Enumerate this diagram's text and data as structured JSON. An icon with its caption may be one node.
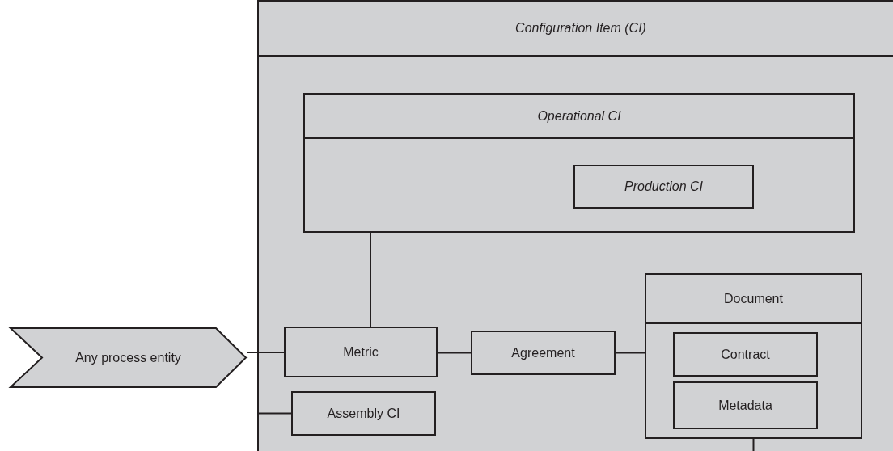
{
  "diagram": {
    "nodes": [
      {
        "text": [
          "Configuration Item (CI)"
        ]
      },
      {
        "text": [
          "Operational CI"
        ],
        "in": 0
      },
      {
        "text": [
          "Production CI"
        ],
        "in": 1
      },
      {
        "text": [
          "Any process entity"
        ]
      },
      {
        "text": [
          "Metric"
        ],
        "in": 0
      },
      {
        "text": [
          "Assembly CI"
        ],
        "in": 0
      },
      {
        "text": [
          "Agreement"
        ],
        "in": 0
      },
      {
        "text": [
          "Document"
        ],
        "in": 0
      },
      {
        "text": [
          "Contract"
        ],
        "in": 7
      },
      {
        "text": [
          "Metadata"
        ],
        "in": 7
      }
    ],
    "edges": [
      {
        "from": 1,
        "to": 4,
        "arrow": "none"
      },
      {
        "from": 3,
        "to": 4,
        "arrow": "none"
      },
      {
        "from": 4,
        "to": 6,
        "arrow": "none"
      },
      {
        "from": 6,
        "to": 7,
        "arrow": "none"
      },
      {
        "from": 0,
        "to": 5,
        "arrow": "none"
      },
      {
        "from": 7,
        "to": null,
        "arrow": "none"
      }
    ]
  }
}
